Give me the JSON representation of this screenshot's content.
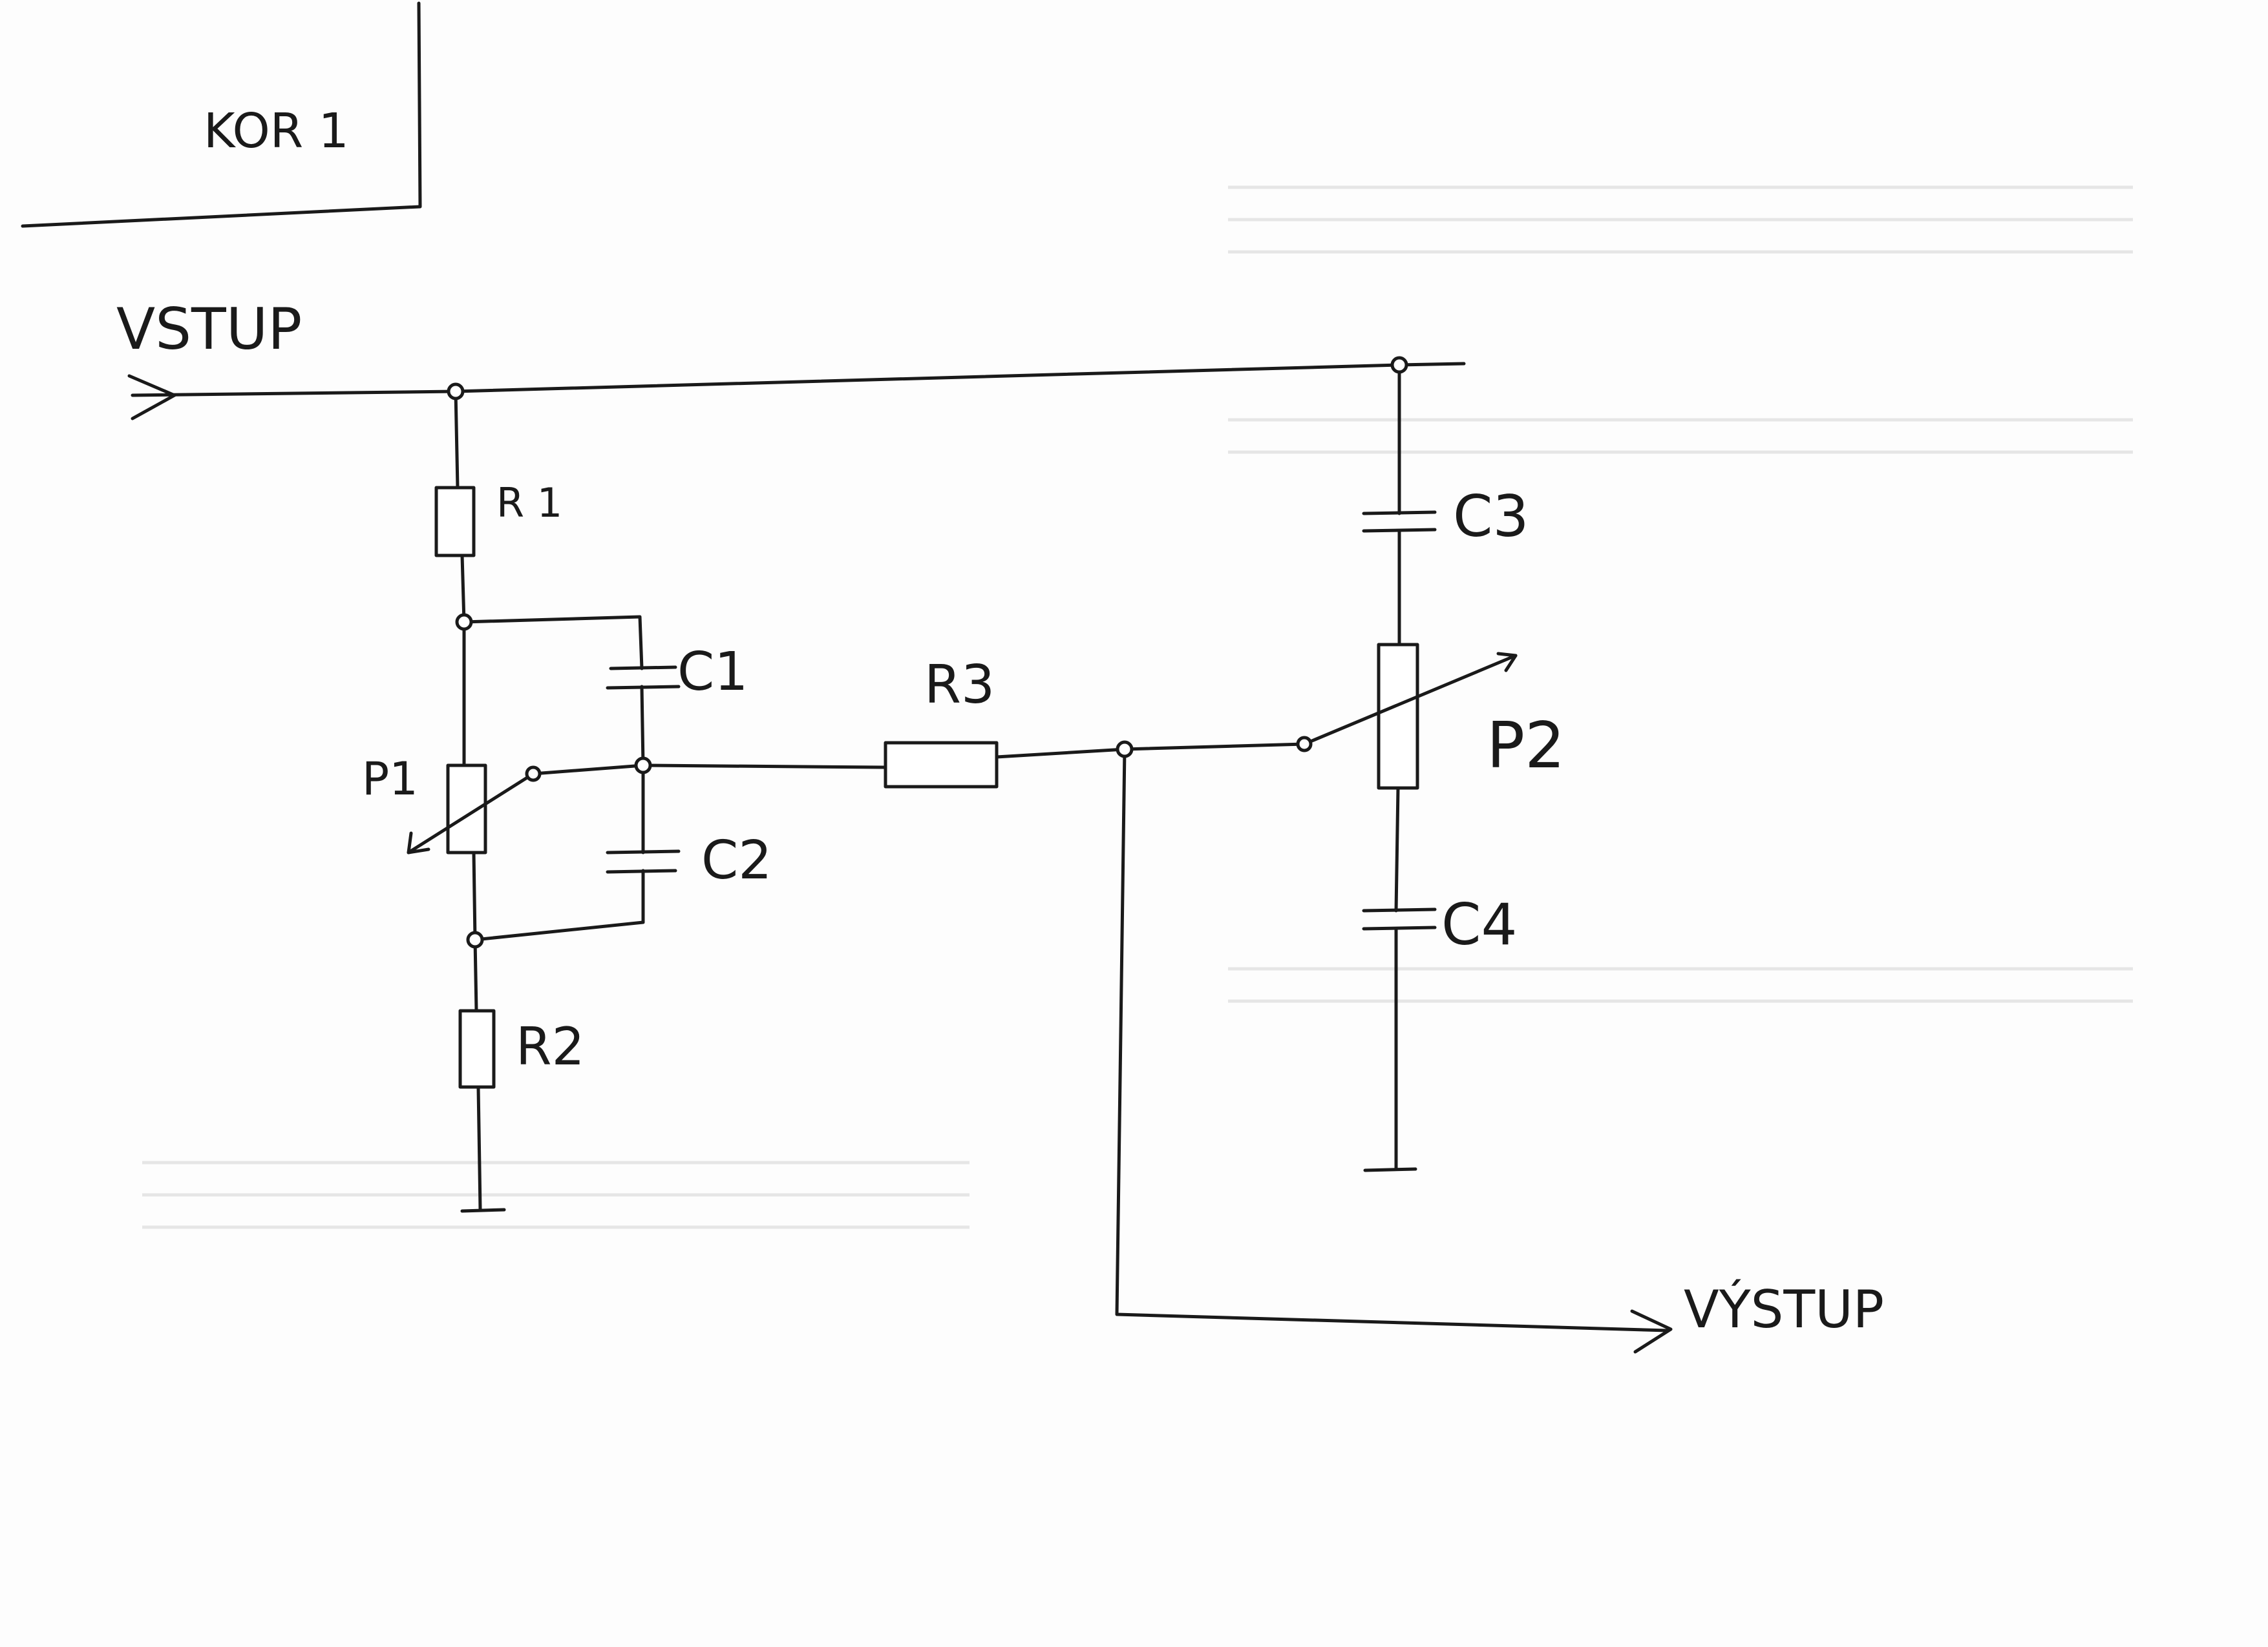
{
  "title_block": {
    "label": "KOR 1"
  },
  "terminals": {
    "input": "VSTUP",
    "output": "VÝSTUP"
  },
  "components": {
    "r1": "R 1",
    "r2": "R2",
    "r3": "R3",
    "p1": "P1",
    "p2": "P2",
    "c1": "C1",
    "c2": "C2",
    "c3": "C3",
    "c4": "C4"
  },
  "colors": {
    "ink": "#1a1a1a",
    "paper": "#fdfdfd"
  }
}
